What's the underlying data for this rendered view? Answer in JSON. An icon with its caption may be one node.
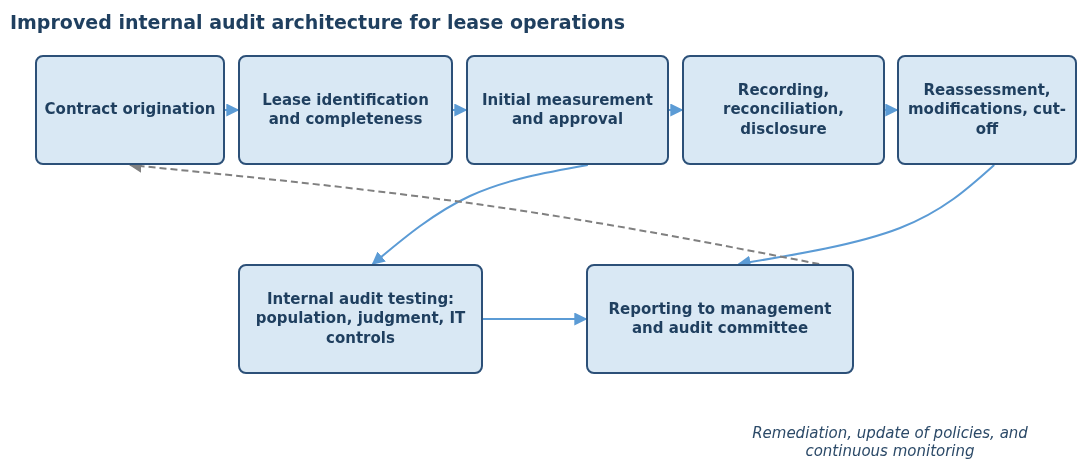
{
  "diagram": {
    "title": "Improved internal audit architecture for lease operations",
    "nodes": [
      {
        "text": [
          "Contract origination"
        ]
      },
      {
        "text": [
          "Lease identification and completeness"
        ]
      },
      {
        "text": [
          "Initial measurement and approval"
        ]
      },
      {
        "text": [
          "Recording, reconciliation, disclosure"
        ]
      },
      {
        "text": [
          "Reassessment, modifications, cut-off"
        ]
      },
      {
        "text": [
          "Internal audit testing: population, judgment, IT controls"
        ]
      },
      {
        "text": [
          "Reporting to management and audit committee"
        ]
      }
    ],
    "edges": [
      {
        "from": 0,
        "to": 1,
        "arrow": "to"
      },
      {
        "from": 1,
        "to": 2,
        "arrow": "to"
      },
      {
        "from": 2,
        "to": 3,
        "arrow": "to"
      },
      {
        "from": 3,
        "to": 4,
        "arrow": "to"
      },
      {
        "from": 2,
        "to": 5,
        "arrow": "to"
      },
      {
        "from": 4,
        "to": 6,
        "arrow": "to"
      },
      {
        "from": 5,
        "to": 6,
        "arrow": "to"
      },
      {
        "from": 6,
        "to": 0,
        "arrow": "to",
        "style": "dashed",
        "color": "#808080"
      }
    ],
    "labels": [
      "Remediation, update of policies, and continuous monitoring"
    ]
  }
}
